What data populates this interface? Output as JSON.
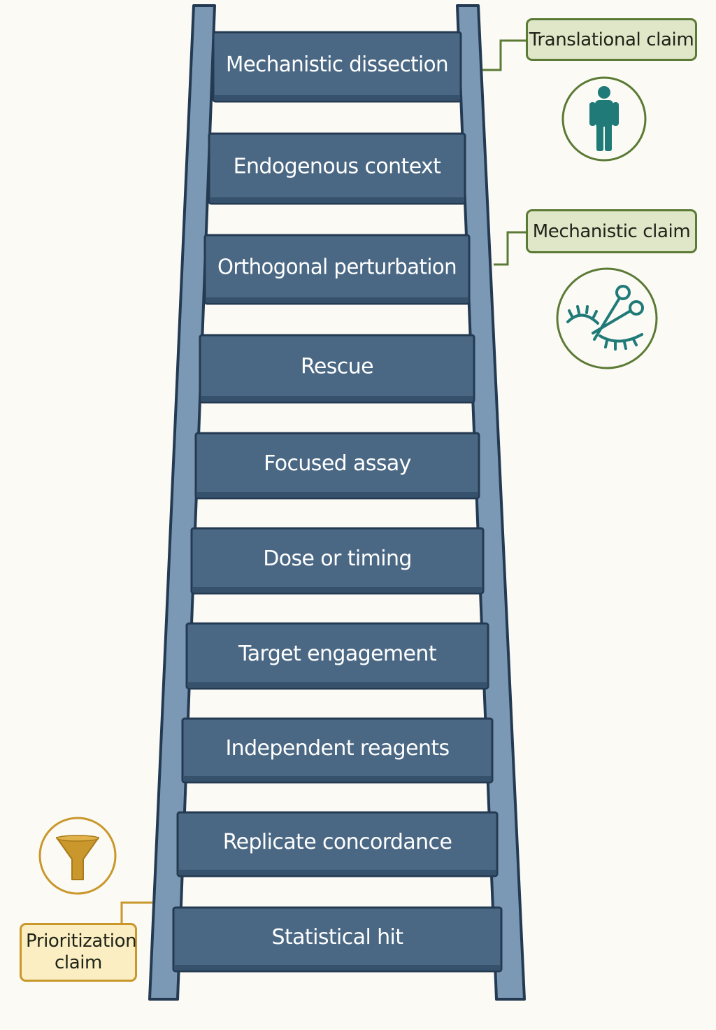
{
  "rungs": [
    "Mechanistic dissection",
    "Endogenous context",
    "Orthogonal perturbation",
    "Rescue",
    "Focused assay",
    "Dose or timing",
    "Target engagement",
    "Independent reagents",
    "Replicate concordance",
    "Statistical hit"
  ],
  "claims": {
    "translational": "Translational claim",
    "mechanistic": "Mechanistic claim",
    "prioritization": "Prioritization claim"
  },
  "icons": {
    "translational": "human-figure-icon",
    "mechanistic": "crispr-scissors-icon",
    "prioritization": "funnel-icon"
  },
  "colors": {
    "background": "#fbfaf4",
    "rung_fill": "#4a6884",
    "rung_outline": "#243a52",
    "rail_fill": "#7b99b4",
    "green_accent": "#5b7a35",
    "green_box": "#dfe7c8",
    "gold_accent": "#c9972b",
    "gold_box": "#fbeec2",
    "teal_icon": "#1f7a78"
  }
}
